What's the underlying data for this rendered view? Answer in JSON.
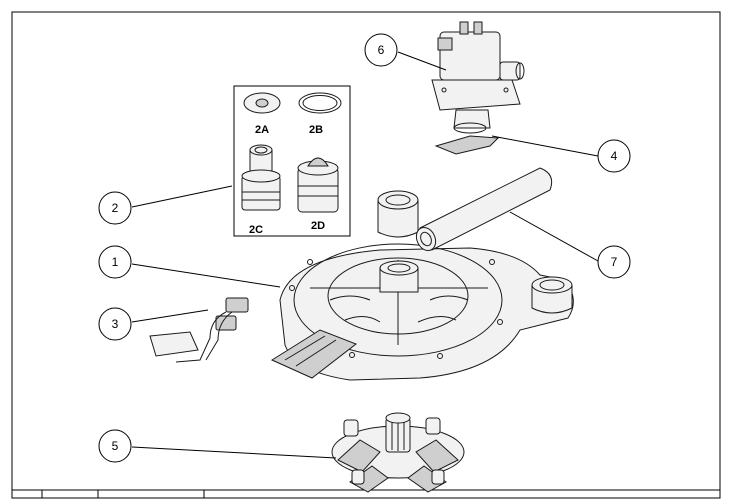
{
  "callouts": {
    "c1": "1",
    "c2": "2",
    "c3": "3",
    "c4": "4",
    "c5": "5",
    "c6": "6",
    "c7": "7"
  },
  "inset_labels": {
    "l2a": "2A",
    "l2b": "2B",
    "l2c": "2C",
    "l2d": "2D"
  }
}
